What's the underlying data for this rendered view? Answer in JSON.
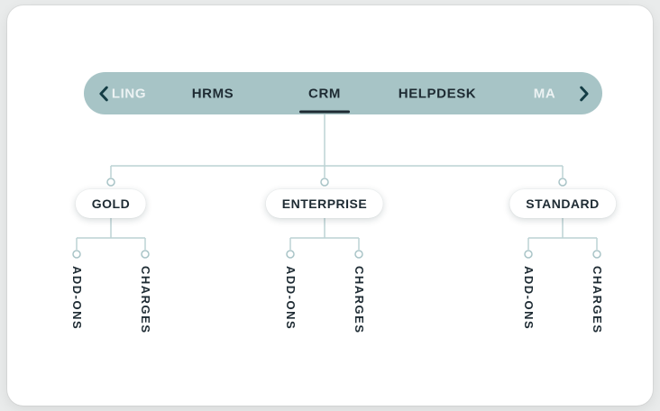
{
  "tabbar": {
    "left_partial": "LING",
    "tabs": [
      "HRMS",
      "CRM",
      "HELPDESK"
    ],
    "right_partial": "MA",
    "active_tab": "CRM",
    "scroll_left_icon": "chevron-left",
    "scroll_right_icon": "chevron-right"
  },
  "tree": {
    "root_tab": "CRM",
    "nodes": [
      {
        "label": "GOLD",
        "children": [
          "ADD-ONS",
          "CHARGES"
        ]
      },
      {
        "label": "ENTERPRISE",
        "children": [
          "ADD-ONS",
          "CHARGES"
        ]
      },
      {
        "label": "STANDARD",
        "children": [
          "ADD-ONS",
          "CHARGES"
        ]
      }
    ]
  },
  "colors": {
    "tabbar_background": "#a7c4c6",
    "text_dark": "#1e2b33",
    "connector_line": "#bcd2d4",
    "connector_dot_border": "#a9c4c7",
    "card_background": "#ffffff",
    "page_background": "#e9ebeb"
  }
}
